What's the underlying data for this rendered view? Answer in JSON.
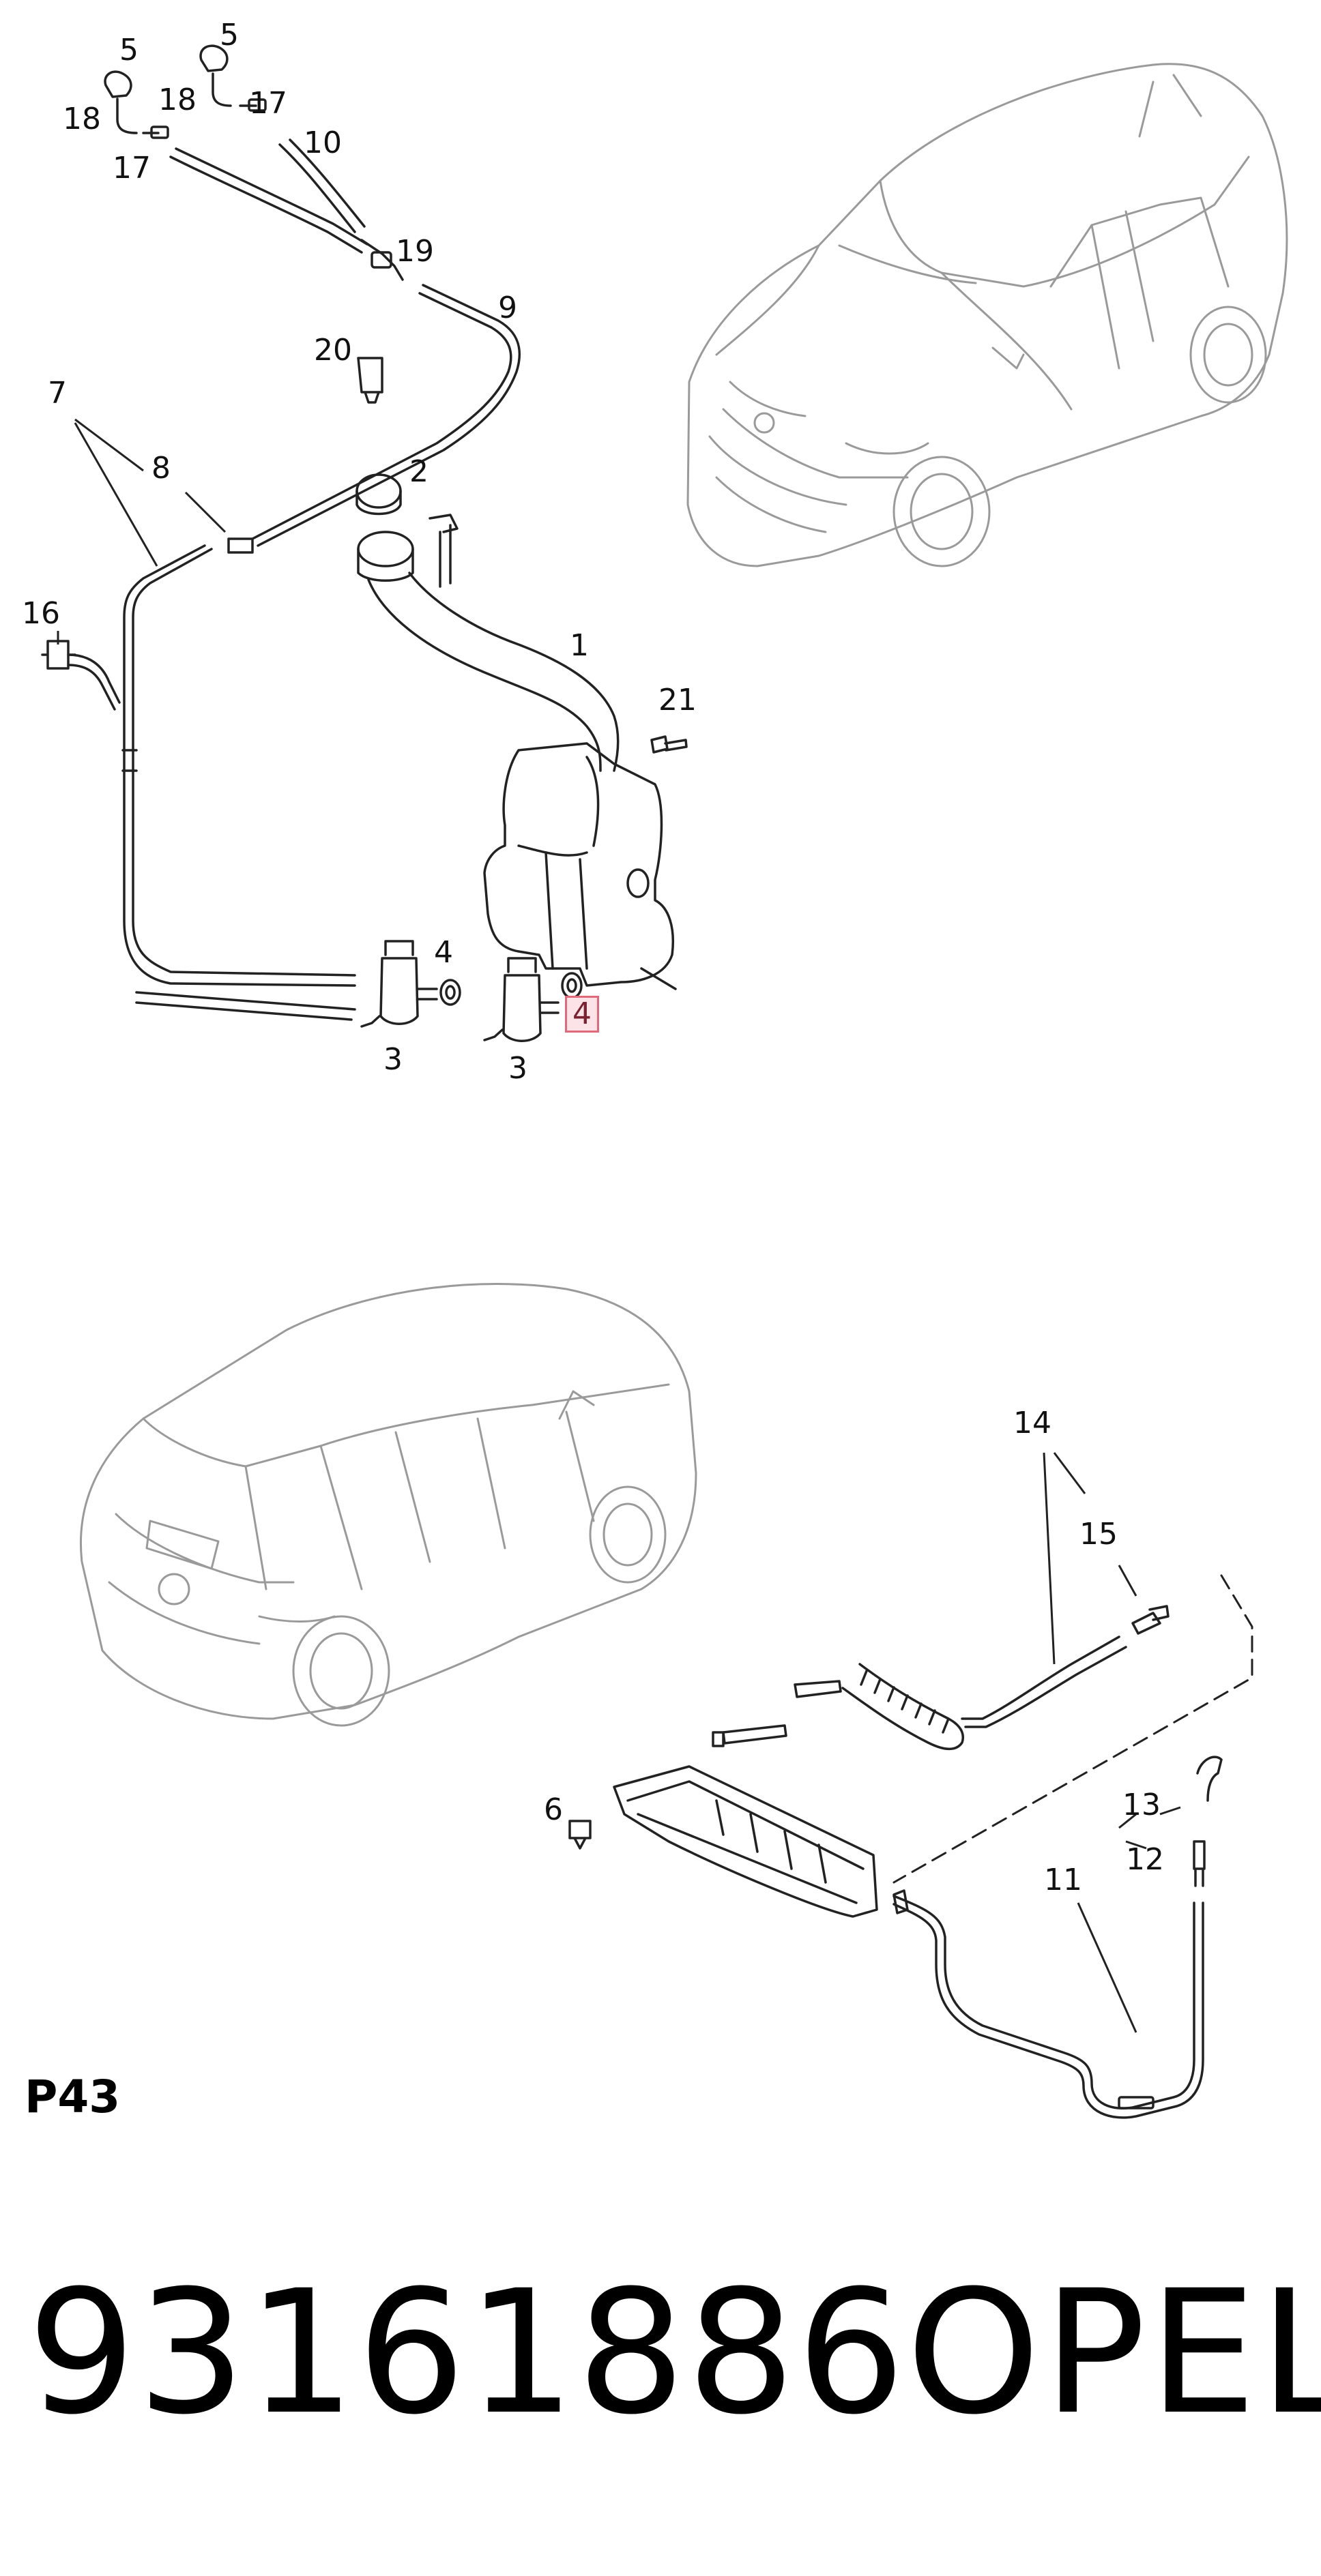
{
  "callouts": {
    "c1": "1",
    "c2": "2",
    "c3a": "3",
    "c3b": "3",
    "c4a": "4",
    "c4b": "4",
    "c5a": "5",
    "c5b": "5",
    "c6": "6",
    "c7": "7",
    "c8": "8",
    "c9": "9",
    "c10": "10",
    "c11": "11",
    "c12": "12",
    "c13": "13",
    "c14": "14",
    "c15": "15",
    "c16": "16",
    "c17a": "17",
    "c17b": "17",
    "c18a": "18",
    "c18b": "18",
    "c19": "19",
    "c20": "20",
    "c21": "21"
  },
  "page_code": "P43",
  "part_number": "93161886",
  "brand": "OPEL",
  "colors": {
    "line": "#222222",
    "car_line": "#9a9a9a",
    "highlight_border": "#e06a7a",
    "highlight_fill": "#fbe3e7"
  }
}
